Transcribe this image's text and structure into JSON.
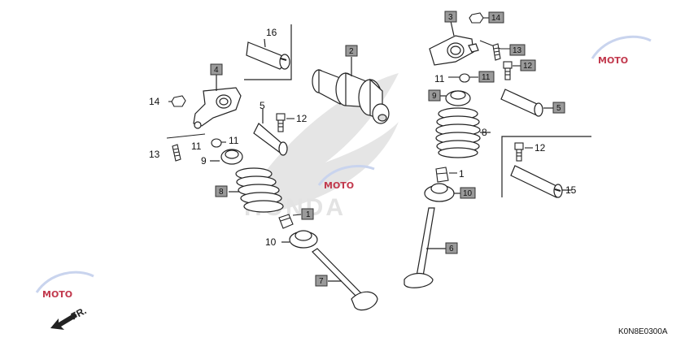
{
  "diagram": {
    "code": "K0N8E0300A",
    "front_label": "FR.",
    "watermark_text": "MOTO",
    "colors": {
      "part_box": "#9a9a9a",
      "line": "#222222",
      "logo_watermark": "#d6d6d6",
      "brand_watermark": "#c23a4e"
    }
  },
  "callouts": [
    {
      "id": "c16",
      "text": "16"
    },
    {
      "id": "c4",
      "text": "4",
      "boxed": true
    },
    {
      "id": "c14a",
      "text": "14"
    },
    {
      "id": "c5a",
      "text": "5"
    },
    {
      "id": "c12a",
      "text": "12"
    },
    {
      "id": "c11a",
      "text": "11"
    },
    {
      "id": "c13a",
      "text": "13"
    },
    {
      "id": "c9a",
      "text": "9"
    },
    {
      "id": "c8a",
      "text": "8",
      "boxed": true
    },
    {
      "id": "c1a",
      "text": "1",
      "boxed": true
    },
    {
      "id": "c10a",
      "text": "10"
    },
    {
      "id": "c7",
      "text": "7",
      "boxed": true
    },
    {
      "id": "c2",
      "text": "2",
      "boxed": true
    },
    {
      "id": "c3",
      "text": "3",
      "boxed": true
    },
    {
      "id": "c14b",
      "text": "14",
      "boxed": true
    },
    {
      "id": "c13b",
      "text": "13",
      "boxed": true
    },
    {
      "id": "c12b",
      "text": "12",
      "boxed": true
    },
    {
      "id": "c11b",
      "text": "11",
      "boxed": true
    },
    {
      "id": "c9b",
      "text": "9",
      "boxed": true
    },
    {
      "id": "c5b",
      "text": "5",
      "boxed": true
    },
    {
      "id": "c8b",
      "text": "8"
    },
    {
      "id": "c1b",
      "text": "1"
    },
    {
      "id": "c10b",
      "text": "10",
      "boxed": true
    },
    {
      "id": "c6",
      "text": "6",
      "boxed": true
    },
    {
      "id": "c12c",
      "text": "12"
    },
    {
      "id": "c15",
      "text": "15"
    }
  ]
}
